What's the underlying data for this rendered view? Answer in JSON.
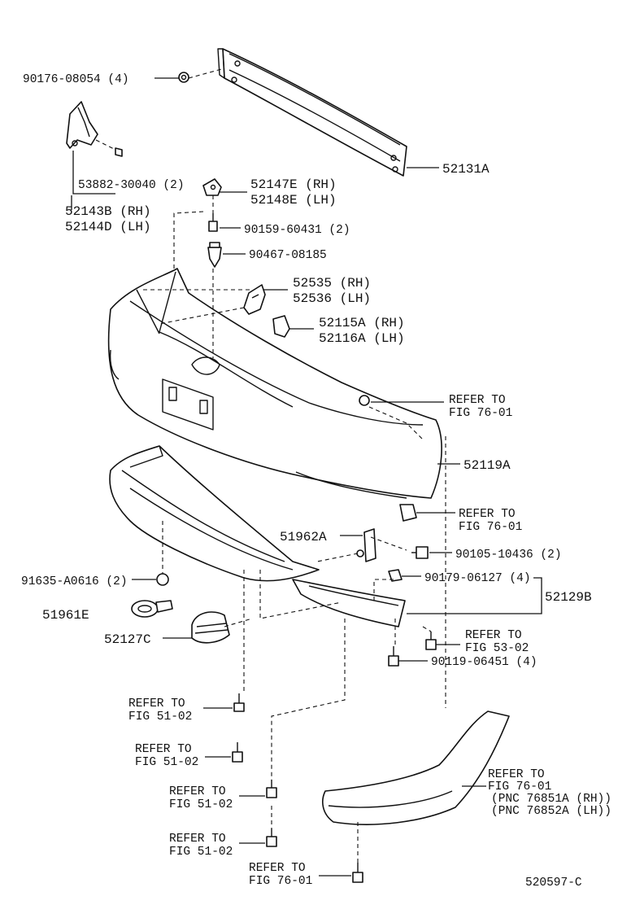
{
  "labels": {
    "p90176": "90176-08054 (4)",
    "p53882": "53882-30040 (2)",
    "p52143B": "52143B (RH)",
    "p52144D": "52144D (LH)",
    "p52147E": "52147E (RH)",
    "p52148E": "52148E (LH)",
    "p90159": "90159-60431 (2)",
    "p90467": "90467-08185",
    "p52131A": "52131A",
    "p52535": "52535 (RH)",
    "p52536": "52536 (LH)",
    "p52115A": "52115A (RH)",
    "p52116A": "52116A (LH)",
    "refer_76_01_a1": "REFER TO",
    "refer_76_01_a2": "FIG 76-01",
    "p52119A": "52119A",
    "refer_76_01_b1": "REFER TO",
    "refer_76_01_b2": "FIG 76-01",
    "p51962A": "51962A",
    "p90105": "90105-10436 (2)",
    "p91635": "91635-A0616 (2)",
    "p90179": "90179-06127 (4)",
    "p52129B": "52129B",
    "p51961E": "51961E",
    "p52127C": "52127C",
    "refer_53_02_1": "REFER TO",
    "refer_53_02_2": "FIG 53-02",
    "p90119": "90119-06451 (4)",
    "refer_51_02_a1": "REFER TO",
    "refer_51_02_a2": "FIG 51-02",
    "refer_51_02_b1": "REFER TO",
    "refer_51_02_b2": "FIG 51-02",
    "refer_76_01_c1": "REFER TO",
    "refer_76_01_c2": "FIG 76-01",
    "pnc_76851A": "(PNC 76851A (RH))",
    "pnc_76852A": "(PNC 76852A (LH))",
    "refer_51_02_c1": "REFER TO",
    "refer_51_02_c2": "FIG 51-02",
    "refer_51_02_d1": "REFER TO",
    "refer_51_02_d2": "FIG 51-02",
    "refer_76_01_d1": "REFER TO",
    "refer_76_01_d2": "FIG 76-01",
    "drawing_number": "520597-C"
  }
}
